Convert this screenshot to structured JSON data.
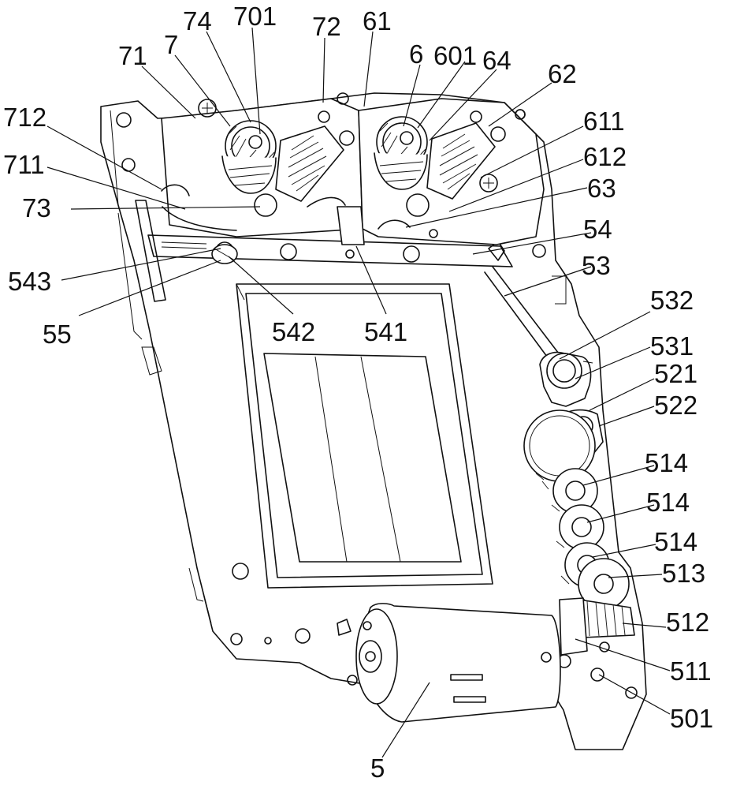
{
  "figure": {
    "labels": [
      {
        "id": "lbl-74",
        "text": "74"
      },
      {
        "id": "lbl-701",
        "text": "701"
      },
      {
        "id": "lbl-72",
        "text": "72"
      },
      {
        "id": "lbl-61",
        "text": "61"
      },
      {
        "id": "lbl-71",
        "text": "71"
      },
      {
        "id": "lbl-7",
        "text": "7"
      },
      {
        "id": "lbl-6",
        "text": "6"
      },
      {
        "id": "lbl-601",
        "text": "601"
      },
      {
        "id": "lbl-64",
        "text": "64"
      },
      {
        "id": "lbl-62",
        "text": "62"
      },
      {
        "id": "lbl-712",
        "text": "712"
      },
      {
        "id": "lbl-611",
        "text": "611"
      },
      {
        "id": "lbl-711",
        "text": "711"
      },
      {
        "id": "lbl-612",
        "text": "612"
      },
      {
        "id": "lbl-73",
        "text": "73"
      },
      {
        "id": "lbl-63",
        "text": "63"
      },
      {
        "id": "lbl-54",
        "text": "54"
      },
      {
        "id": "lbl-543",
        "text": "543"
      },
      {
        "id": "lbl-53",
        "text": "53"
      },
      {
        "id": "lbl-55",
        "text": "55"
      },
      {
        "id": "lbl-542",
        "text": "542"
      },
      {
        "id": "lbl-541",
        "text": "541"
      },
      {
        "id": "lbl-532",
        "text": "532"
      },
      {
        "id": "lbl-531",
        "text": "531"
      },
      {
        "id": "lbl-521",
        "text": "521"
      },
      {
        "id": "lbl-522",
        "text": "522"
      },
      {
        "id": "lbl-514a",
        "text": "514"
      },
      {
        "id": "lbl-514b",
        "text": "514"
      },
      {
        "id": "lbl-514c",
        "text": "514"
      },
      {
        "id": "lbl-513",
        "text": "513"
      },
      {
        "id": "lbl-512",
        "text": "512"
      },
      {
        "id": "lbl-511",
        "text": "511"
      },
      {
        "id": "lbl-501",
        "text": "501"
      },
      {
        "id": "lbl-5",
        "text": "5"
      }
    ]
  }
}
